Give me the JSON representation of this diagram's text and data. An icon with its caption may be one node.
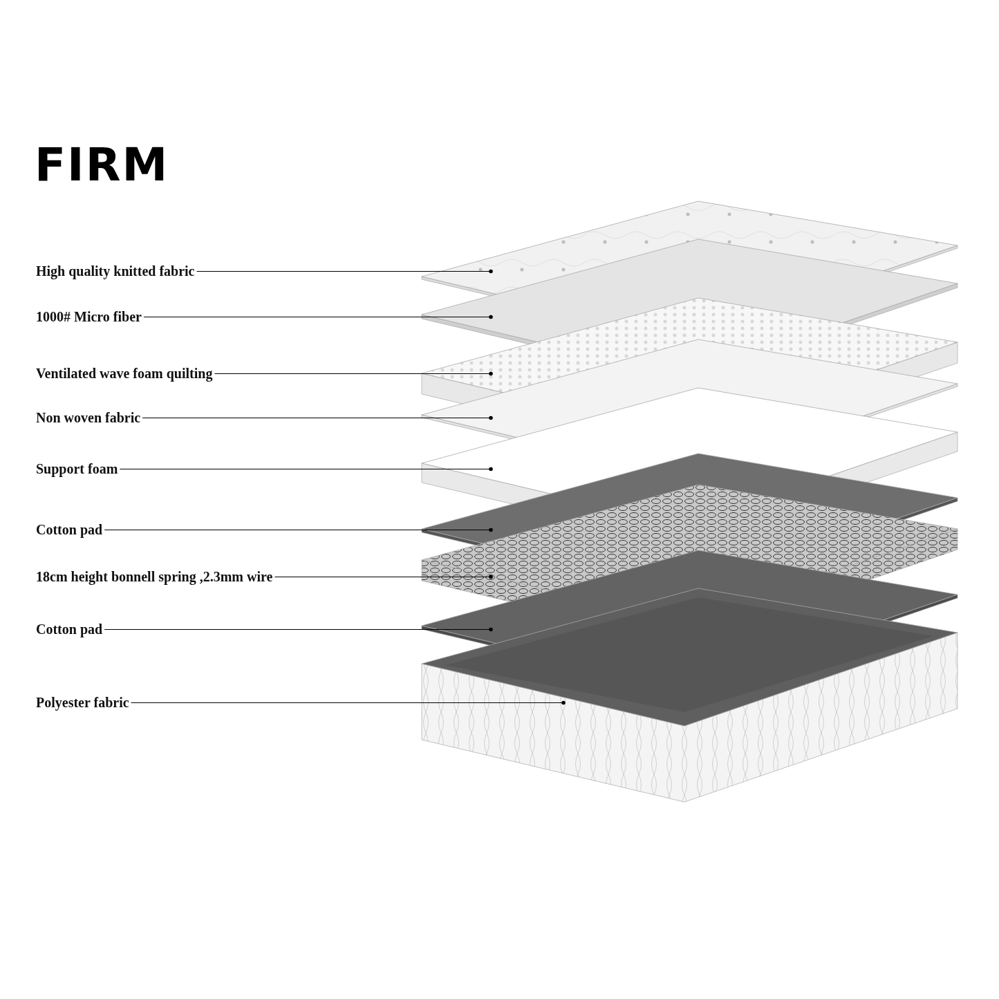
{
  "diagram": {
    "title": "FIRM",
    "nodes": [
      {
        "text": [
          "High quality knitted fabric"
        ]
      },
      {
        "text": [
          "1000# Micro fiber"
        ]
      },
      {
        "text": [
          "Ventilated wave foam quilting"
        ]
      },
      {
        "text": [
          "Non woven fabric"
        ]
      },
      {
        "text": [
          "Support foam"
        ]
      },
      {
        "text": [
          "Cotton pad"
        ]
      },
      {
        "text": [
          "18cm height bonnell spring ,2.3mm wire"
        ]
      },
      {
        "text": [
          "Cotton pad"
        ]
      },
      {
        "text": [
          "Polyester fabric"
        ]
      },
      {
        "text": [],
        "shape": "picture"
      },
      {
        "text": [],
        "shape": "picture"
      },
      {
        "text": [],
        "shape": "picture"
      },
      {
        "text": [],
        "shape": "picture"
      },
      {
        "text": [],
        "shape": "picture"
      },
      {
        "text": [],
        "shape": "picture"
      },
      {
        "text": [],
        "shape": "picture"
      },
      {
        "text": [],
        "shape": "picture"
      },
      {
        "text": [],
        "shape": "picture"
      }
    ],
    "edges": [
      {
        "from": 0,
        "to": 9,
        "arrow": "other"
      },
      {
        "from": 1,
        "to": 10,
        "arrow": "other"
      },
      {
        "from": 2,
        "to": 11,
        "arrow": "other"
      },
      {
        "from": 3,
        "to": 12,
        "arrow": "other"
      },
      {
        "from": 4,
        "to": 13,
        "arrow": "other"
      },
      {
        "from": 5,
        "to": 14,
        "arrow": "other"
      },
      {
        "from": 6,
        "to": 15,
        "arrow": "other"
      },
      {
        "from": 7,
        "to": 16,
        "arrow": "other"
      },
      {
        "from": 8,
        "to": 17,
        "arrow": "other"
      }
    ]
  }
}
